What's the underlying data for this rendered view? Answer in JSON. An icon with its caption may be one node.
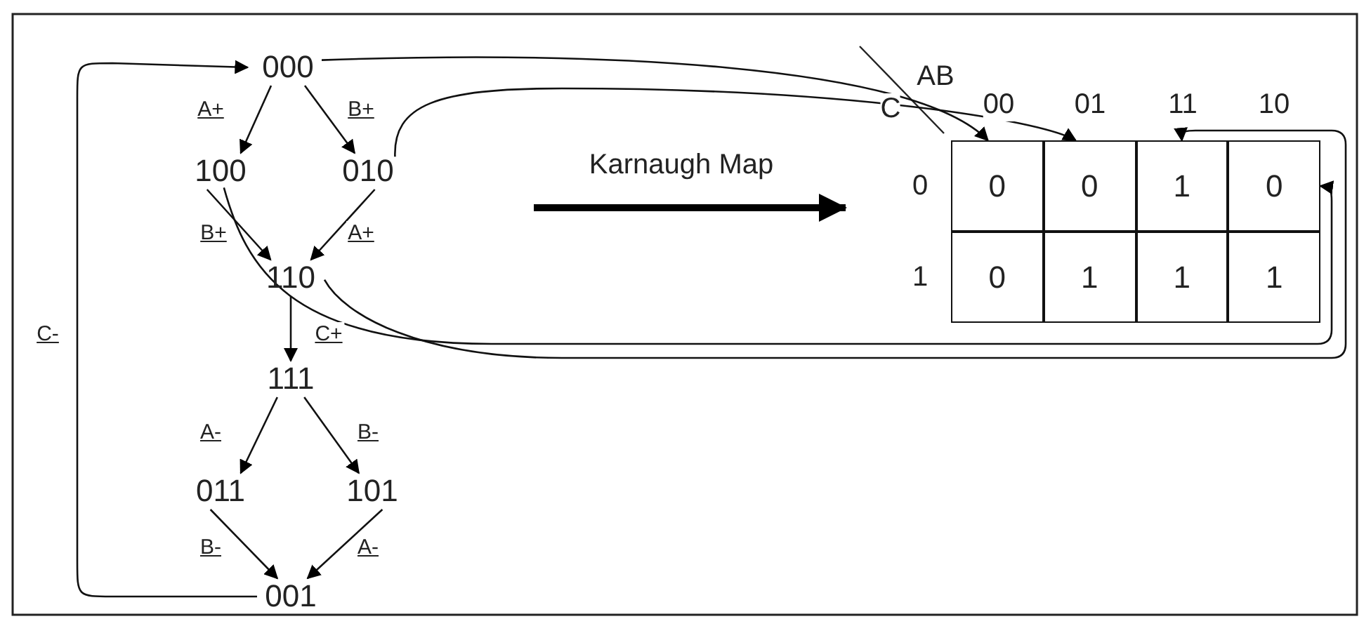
{
  "diagram": {
    "nodes": [
      {
        "text": [
          "000"
        ]
      },
      {
        "text": [
          "100"
        ]
      },
      {
        "text": [
          "010"
        ]
      },
      {
        "text": [
          "110"
        ]
      },
      {
        "text": [
          "111"
        ]
      },
      {
        "text": [
          "011"
        ]
      },
      {
        "text": [
          "101"
        ]
      },
      {
        "text": [
          "001"
        ]
      },
      {
        "text": [
          "0"
        ]
      },
      {
        "text": [
          "0"
        ]
      },
      {
        "text": [
          "1"
        ]
      },
      {
        "text": [
          "0"
        ]
      },
      {
        "text": [
          "0"
        ]
      },
      {
        "text": [
          "1"
        ]
      },
      {
        "text": [
          "1"
        ]
      },
      {
        "text": [
          "1"
        ]
      }
    ],
    "edges": [
      {
        "from": 0,
        "to": 1,
        "arrow": "to",
        "label": "A+"
      },
      {
        "from": 0,
        "to": 2,
        "arrow": "to",
        "label": "B+"
      },
      {
        "from": 1,
        "to": 3,
        "arrow": "to",
        "label": "B+"
      },
      {
        "from": 2,
        "to": 3,
        "arrow": "to",
        "label": "A+"
      },
      {
        "from": 3,
        "to": 4,
        "arrow": "to",
        "label": "C+"
      },
      {
        "from": 4,
        "to": 5,
        "arrow": "to",
        "label": "A-"
      },
      {
        "from": 4,
        "to": 6,
        "arrow": "to",
        "label": "B-"
      },
      {
        "from": 5,
        "to": 7,
        "arrow": "to",
        "label": "B-"
      },
      {
        "from": 6,
        "to": 7,
        "arrow": "to",
        "label": "A-"
      },
      {
        "from": 7,
        "to": 0,
        "arrow": "to",
        "label": "C-"
      },
      {
        "from": 0,
        "to": 8,
        "arrow": "to"
      },
      {
        "from": 2,
        "to": 9,
        "arrow": "to"
      },
      {
        "from": 3,
        "to": 10,
        "arrow": "to"
      },
      {
        "from": 1,
        "to": 11,
        "arrow": "to"
      }
    ],
    "labels": [
      "AB",
      "C",
      "00",
      "01",
      "11",
      "10",
      "Karnaugh Map",
      "0",
      "1"
    ]
  }
}
